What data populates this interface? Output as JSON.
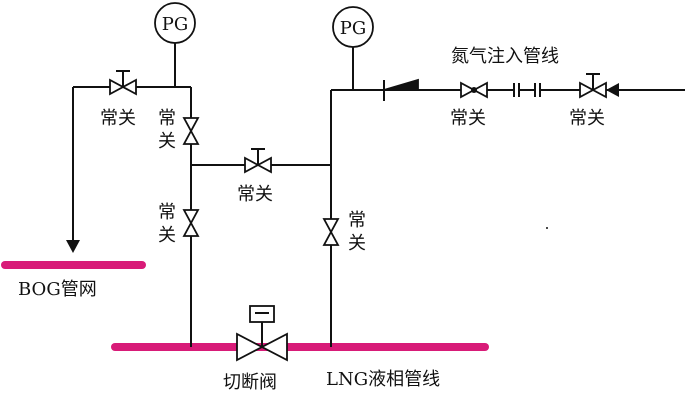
{
  "colors": {
    "pipe": "#d81b78",
    "line": "#111111"
  },
  "labels": {
    "normally_closed": "常关",
    "pg": "PG",
    "nitrogen_line": "氮气注入管线",
    "bog_network": "BOG管网",
    "shutoff_valve": "切断阀",
    "lng_liquid_line": "LNG液相管线"
  },
  "stacked": {
    "top": "常",
    "bottom": "关"
  }
}
